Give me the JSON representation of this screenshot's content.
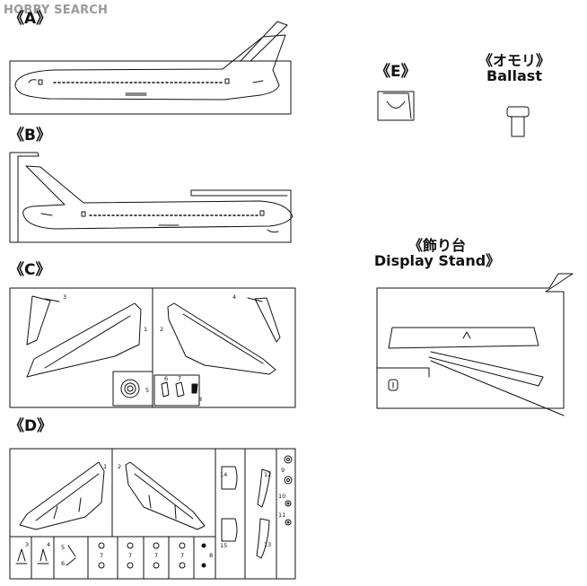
{
  "watermark": "HOBBY SEARCH",
  "sprues": {
    "A": {
      "label": "《A》"
    },
    "B": {
      "label": "《B》"
    },
    "C": {
      "label": "《C》",
      "part_numbers": [
        "1",
        "2",
        "3",
        "4",
        "5",
        "6",
        "7",
        "8"
      ]
    },
    "D": {
      "label": "《D》",
      "part_numbers": [
        "1",
        "2",
        "3",
        "4",
        "5",
        "6",
        "7",
        "7",
        "7",
        "7",
        "7",
        "7",
        "7",
        "8",
        "9",
        "10",
        "11",
        "12",
        "13",
        "14",
        "15"
      ]
    },
    "E": {
      "label": "《E》"
    }
  },
  "ballast": {
    "label_jp": "《オモリ》",
    "label_en": "Ballast"
  },
  "stand": {
    "label_jp": "《飾り台",
    "label_en": "Display Stand》"
  }
}
